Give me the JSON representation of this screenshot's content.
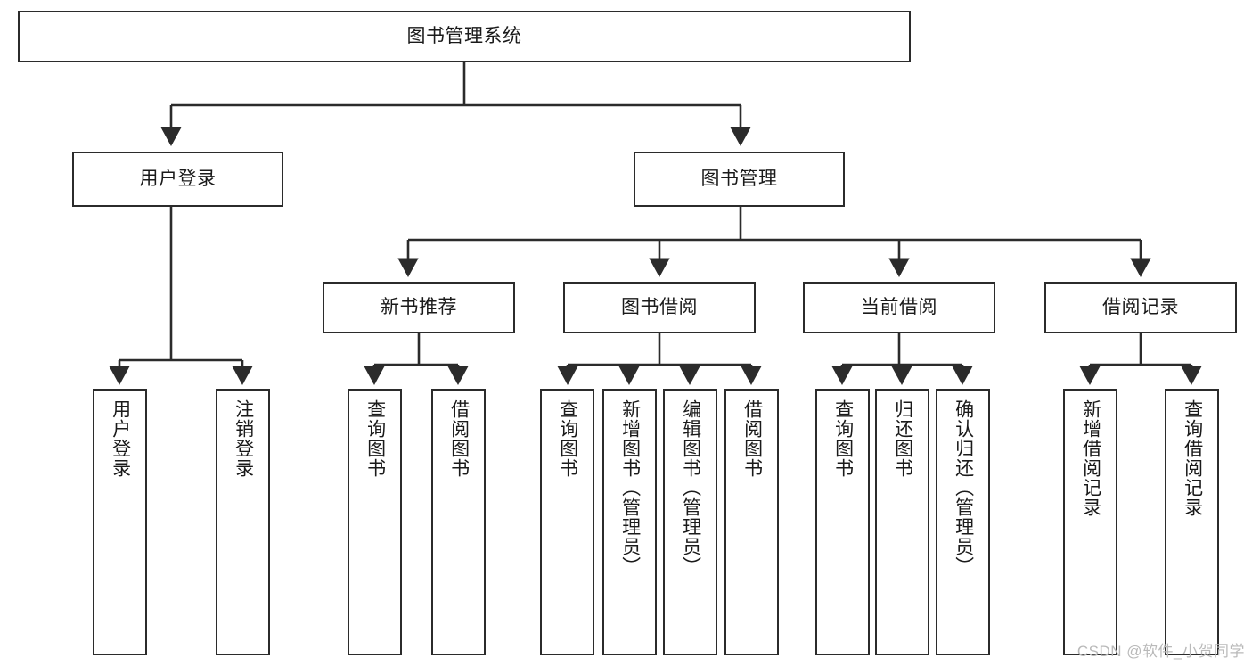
{
  "diagram": {
    "title": "图书管理系统",
    "watermark": "CSDN @软件_小贺同学",
    "colors": {
      "border": "#2b2b2b",
      "background": "#ffffff",
      "text": "#1a1a1a",
      "edge": "#2b2b2b",
      "watermark": "#b9b9b9"
    },
    "root": {
      "label": "图书管理系统"
    },
    "level2": [
      {
        "label": "用户登录"
      },
      {
        "label": "图书管理"
      }
    ],
    "level3": [
      {
        "label": "新书推荐"
      },
      {
        "label": "图书借阅"
      },
      {
        "label": "当前借阅"
      },
      {
        "label": "借阅记录"
      }
    ],
    "leaves": {
      "user_login": [
        {
          "label": "用户登录"
        },
        {
          "label": "注销登录"
        }
      ],
      "new_book": [
        {
          "label": "查询图书"
        },
        {
          "label": "借阅图书"
        }
      ],
      "borrow_book": [
        {
          "label": "查询图书"
        },
        {
          "label": "新增图书（管理员）"
        },
        {
          "label": "编辑图书（管理员）"
        },
        {
          "label": "借阅图书"
        }
      ],
      "current_borrow": [
        {
          "label": "查询图书"
        },
        {
          "label": "归还图书"
        },
        {
          "label": "确认归还（管理员）"
        }
      ],
      "borrow_record": [
        {
          "label": "新增借阅记录"
        },
        {
          "label": "查询借阅记录"
        }
      ]
    }
  }
}
